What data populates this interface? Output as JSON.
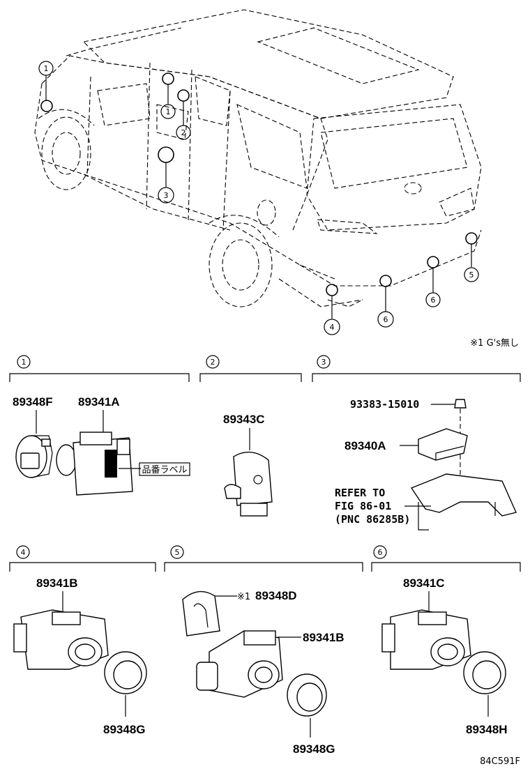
{
  "diagram": {
    "vehicle_callouts": [
      "1",
      "1",
      "2",
      "3",
      "4",
      "5",
      "6",
      "6"
    ],
    "note": "※1 G's無し",
    "sections": [
      {
        "index": "1",
        "parts": [
          "89348F",
          "89341A"
        ],
        "label_callout": "品番ラベル"
      },
      {
        "index": "2",
        "parts": [
          "89343C"
        ]
      },
      {
        "index": "3",
        "parts": [
          "93383-15010",
          "89340A"
        ],
        "refer": [
          "REFER TO",
          "FIG 86-01",
          "(PNC 86285B)"
        ]
      },
      {
        "index": "4",
        "parts": [
          "89341B",
          "89348G"
        ]
      },
      {
        "index": "5",
        "parts": [
          "※1",
          "89348D",
          "89341B",
          "89348G"
        ]
      },
      {
        "index": "6",
        "parts": [
          "89341C",
          "89348H"
        ]
      }
    ],
    "figure_code": "84C591F"
  }
}
